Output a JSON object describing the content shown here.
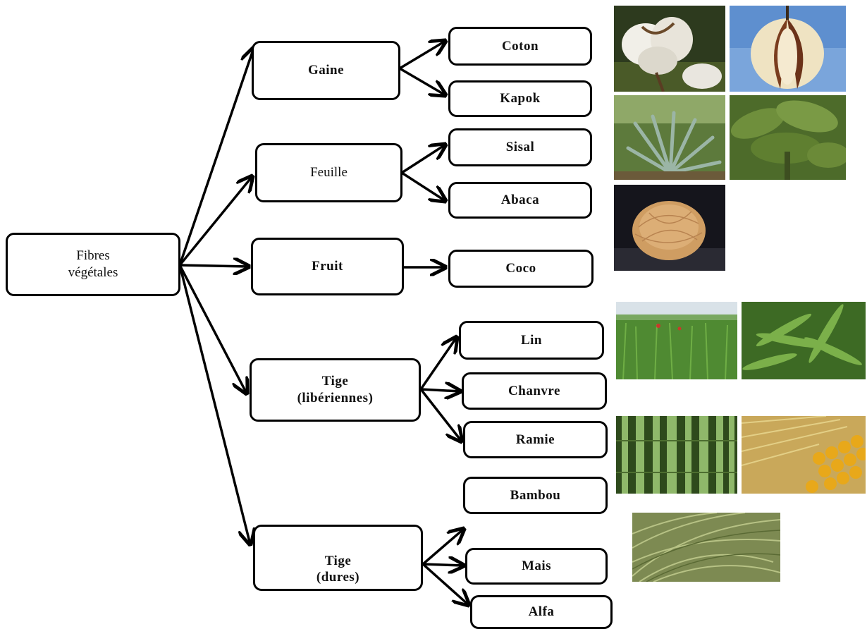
{
  "root": {
    "line1": "Fibres",
    "line2": "végétales"
  },
  "categories": {
    "gaine": "Gaine",
    "feuille": "Feuille",
    "fruit": "Fruit",
    "tige_lib": {
      "line1": "Tige",
      "line2": "(libériennes)"
    },
    "tige_dures": {
      "line1": "Tige",
      "line2": "(dures)"
    }
  },
  "fibres": {
    "coton": "Coton",
    "kapok": "Kapok",
    "sisal": "Sisal",
    "abaca": "Abaca",
    "coco": "Coco",
    "lin": "Lin",
    "chanvre": "Chanvre",
    "ramie": "Ramie",
    "bambou": "Bambou",
    "mais": "Mais",
    "alfa": "Alfa"
  },
  "photos": [
    "cotton-photo",
    "kapok-photo",
    "sisal-plant-photo",
    "abaca-plant-photo",
    "coir-fibre-photo",
    "flax-field-photo",
    "hemp-leaf-photo",
    "bamboo-photo",
    "corn-photo",
    "alfa-grass-photo"
  ]
}
